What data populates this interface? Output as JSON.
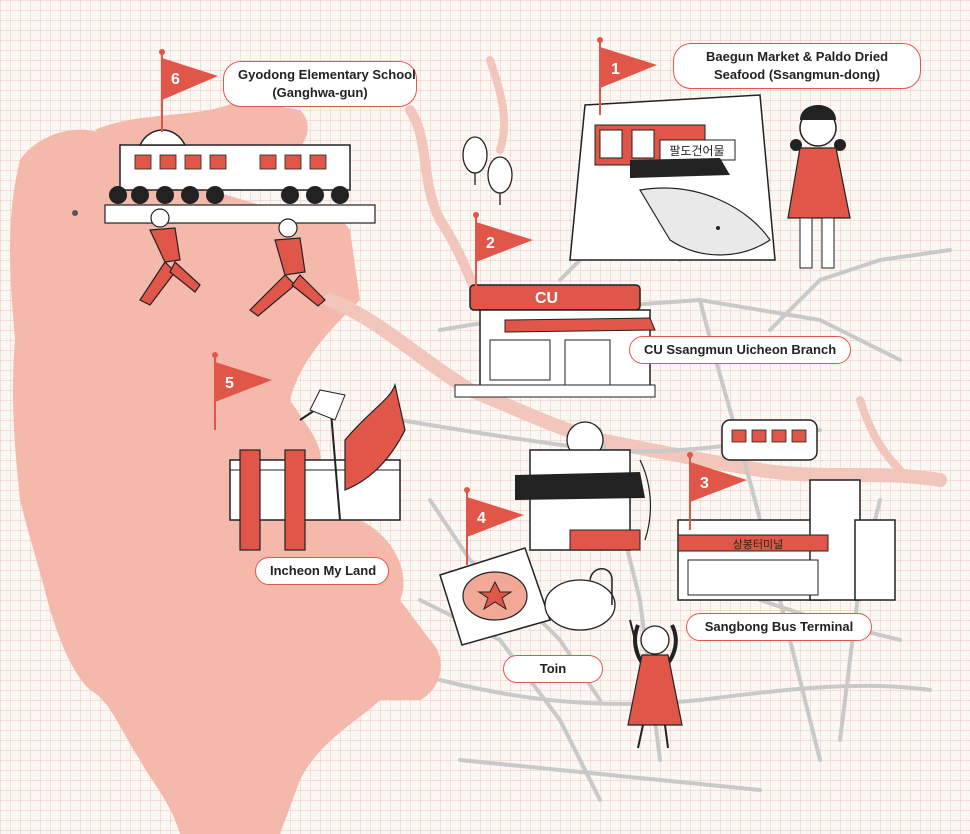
{
  "locations": [
    {
      "number": "1",
      "name_line1": "Baegun Market & Paldo Dried",
      "name_line2": "Seafood (Ssangmun-dong)"
    },
    {
      "number": "2",
      "name_line1": "CU Ssangmun Uicheon Branch"
    },
    {
      "number": "3",
      "name_line1": "Sangbong Bus Terminal"
    },
    {
      "number": "4",
      "name_line1": "Toin"
    },
    {
      "number": "5",
      "name_line1": "Incheon My Land"
    },
    {
      "number": "6",
      "name_line1": "Gyodong Elementary School",
      "name_line2": "(Ganghwa-gun)"
    }
  ],
  "signs": {
    "cu_logo": "CU",
    "seafood_shop": "팔도건어물",
    "terminal": "상봉터미널"
  },
  "colors": {
    "accent": "#e0574a",
    "land": "#f4b9ab",
    "road": "#c9c9c9",
    "river": "#f2c6bb"
  }
}
